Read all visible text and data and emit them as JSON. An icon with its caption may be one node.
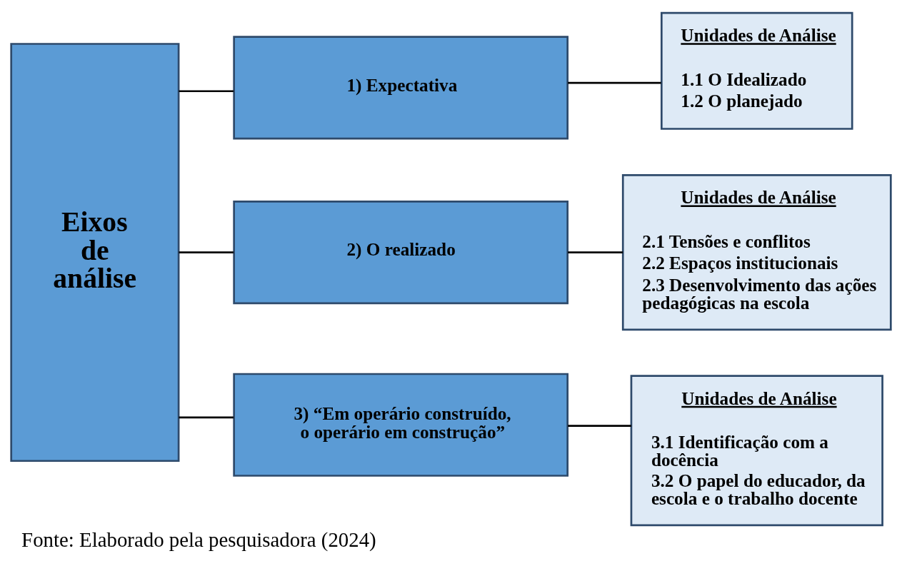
{
  "diagram": {
    "caption": "Fonte: Elaborado pela pesquisadora (2024)",
    "nodes": [
      {
        "text": [
          "Eixos de análise"
        ]
      },
      {
        "text": [
          "1) Expectativa"
        ]
      },
      {
        "text": [
          "2) O realizado"
        ]
      },
      {
        "text": [
          "3) “Em operário construído, o operário em construção”"
        ]
      },
      {
        "text": [
          "Unidades de Análise",
          "1.1 O Idealizado",
          "1.2 O planejado"
        ]
      },
      {
        "text": [
          "Unidades de Análise",
          "2.1 Tensões e conflitos",
          "2.2 Espaços institucionais",
          "2.3 Desenvolvimento das ações pedagógicas na escola"
        ]
      },
      {
        "text": [
          "Unidades de Análise",
          "3.1 Identificação com a docência",
          "3.2 O papel do educador, da escola e o trabalho docente"
        ]
      }
    ],
    "edges": [
      {
        "from": 0,
        "to": 1,
        "arrow": "none"
      },
      {
        "from": 0,
        "to": 2,
        "arrow": "none"
      },
      {
        "from": 0,
        "to": 3,
        "arrow": "none"
      },
      {
        "from": 1,
        "to": 4,
        "arrow": "none"
      },
      {
        "from": 2,
        "to": 5,
        "arrow": "none"
      },
      {
        "from": 3,
        "to": 6,
        "arrow": "none"
      }
    ]
  }
}
